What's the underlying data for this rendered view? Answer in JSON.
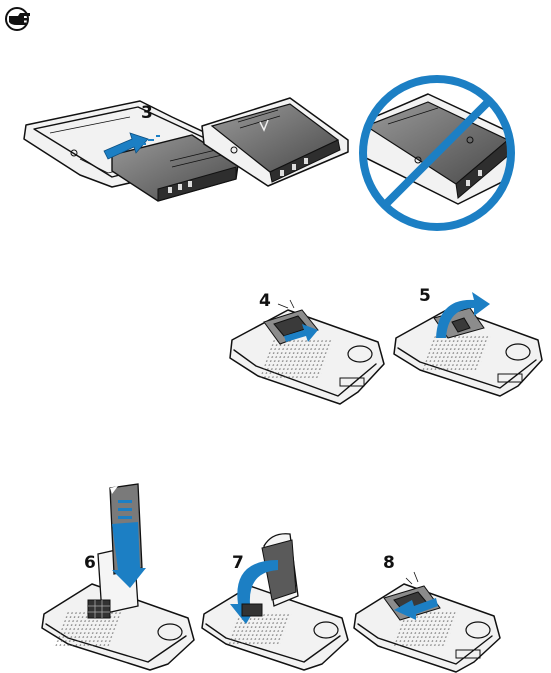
{
  "icons": {
    "note": "pointing-hand-icon",
    "prohibited": "prohibition-icon",
    "arrow": "blue-arrow-icon"
  },
  "colors": {
    "ink": "#111111",
    "accent": "#1c7fc4",
    "background": "#ffffff"
  },
  "steps": {
    "s3": "3",
    "s4": "4",
    "s5": "5",
    "s6": "6",
    "s7": "7",
    "s8": "8"
  }
}
